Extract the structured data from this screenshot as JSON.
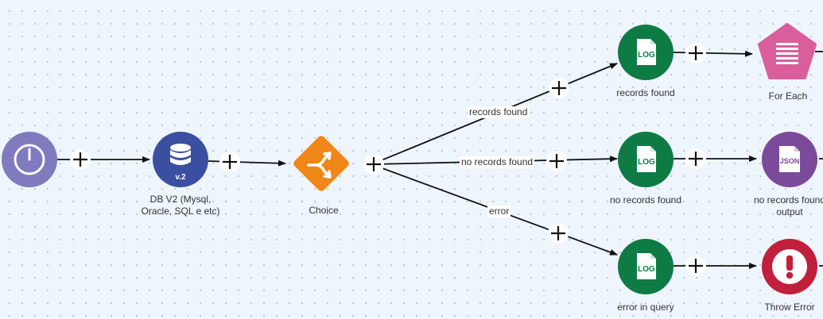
{
  "canvas": {
    "nodes": {
      "start": {
        "icon": "power-icon",
        "color": "#7f7bbe"
      },
      "db": {
        "label": "DB V2 (Mysql,\nOracle, SQL e etc)",
        "badge": "v.2",
        "icon": "database-icon",
        "color": "#3a4f9f"
      },
      "choice": {
        "label": "Choice",
        "icon": "branch-icon",
        "color": "#f08518"
      },
      "log_found": {
        "label": "records found",
        "icon_text": "LOG",
        "color": "#0e7a44"
      },
      "for_each": {
        "label": "For Each",
        "color": "#d95e9b"
      },
      "log_no": {
        "label": "no records found",
        "icon_text": "LOG",
        "color": "#0e7a44"
      },
      "json_out": {
        "label": "no records found\noutput",
        "icon_text": "JSON",
        "color": "#7b4a9b"
      },
      "log_error": {
        "label": "error in query",
        "icon_text": "LOG",
        "color": "#0e7a44"
      },
      "throw_error": {
        "label": "Throw Error",
        "icon_text": "!",
        "color": "#c11f3c"
      }
    },
    "edge_labels": {
      "records_found": "records found",
      "no_records_found": "no records found",
      "error": "error"
    }
  }
}
